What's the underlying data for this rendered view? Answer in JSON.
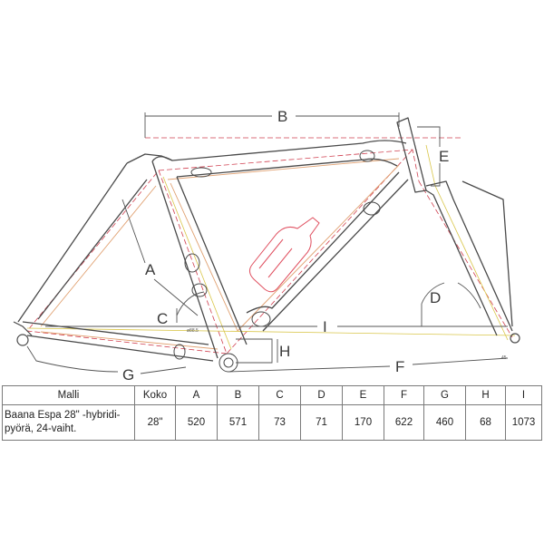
{
  "diagram": {
    "dimension_letters": {
      "A": "A",
      "B": "B",
      "C": "C",
      "D": "D",
      "E": "E",
      "F": "F",
      "G": "G",
      "H": "H",
      "I": "I"
    },
    "colors": {
      "frame_outline": "#4a4a4a",
      "frame_inner": "#e0a070",
      "center_line": "#d04050",
      "guide_line": "#d9c64a",
      "bottle": "#e05060",
      "dimension_line": "#555555"
    }
  },
  "table": {
    "headers": [
      "Malli",
      "Koko",
      "A",
      "B",
      "C",
      "D",
      "E",
      "F",
      "G",
      "H",
      "I"
    ],
    "rows": [
      {
        "model": "Baana Espa 28\" -hybridi-pyörä, 24-vaiht.",
        "cells": [
          "28\"",
          "520",
          "571",
          "73",
          "71",
          "170",
          "622",
          "460",
          "68",
          "1073"
        ]
      }
    ]
  }
}
